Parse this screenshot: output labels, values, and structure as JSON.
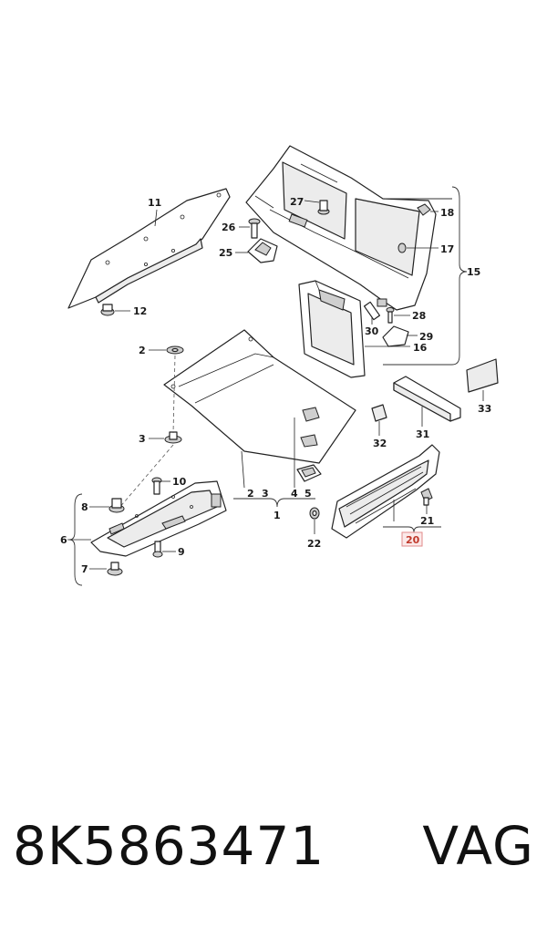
{
  "labels": {
    "l1": "1",
    "l2": "2",
    "l2b": "2",
    "l3": "3",
    "l3b": "3",
    "l4": "4",
    "l5": "5",
    "l6": "6",
    "l7": "7",
    "l8": "8",
    "l9": "9",
    "l10": "10",
    "l11": "11",
    "l12": "12",
    "l15": "15",
    "l16": "16",
    "l17": "17",
    "l18": "18",
    "l20": "20",
    "l21": "21",
    "l22": "22",
    "l25": "25",
    "l26": "26",
    "l27": "27",
    "l28": "28",
    "l29": "29",
    "l30": "30",
    "l31": "31",
    "l32": "32",
    "l33": "33"
  },
  "footer": {
    "part_number": "8K5863471",
    "brand": "VAG"
  },
  "colors": {
    "highlight_fill": "#fbe9e9",
    "highlight_stroke": "#e28a8a",
    "line": "#222222"
  }
}
